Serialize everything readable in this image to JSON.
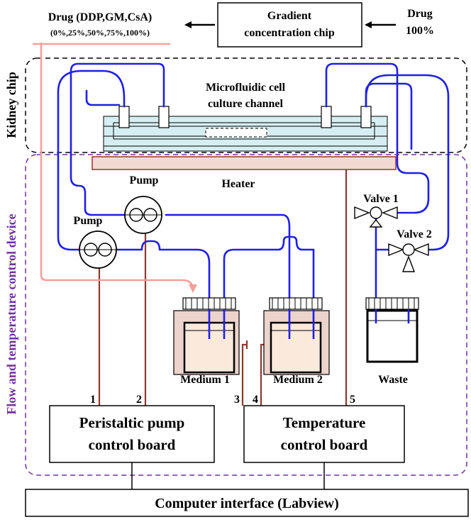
{
  "labels": {
    "drug_top": "Drug (DDP,GM,CsA)",
    "drug_conc": "(0%,25%,50%,75%,100%)",
    "gradient_line1": "Gradient",
    "gradient_line2": "concentration chip",
    "drug_in_line1": "Drug",
    "drug_in_line2": "100%",
    "kidney_chip": "Kidney chip",
    "microfluidic_line1": "Microfluidic cell",
    "microfluidic_line2": "culture channel",
    "flow_device": "Flow and temperature control device",
    "heater": "Heater",
    "pump_upper": "Pump",
    "pump_lower": "Pump",
    "valve1": "Valve 1",
    "valve2": "Valve 2",
    "medium1": "Medium 1",
    "medium2": "Medium 2",
    "waste": "Waste",
    "wire1": "1",
    "wire2": "2",
    "wire3": "3",
    "wire4": "4",
    "wire5": "5",
    "pump_board_line1": "Peristaltic pump",
    "pump_board_line2": "control board",
    "temp_board_line1": "Temperature",
    "temp_board_line2": "control board",
    "computer": "Computer interface (Labview)"
  },
  "colors": {
    "tubing": "#1f1fe6",
    "wire": "#8b3a2e",
    "drug_line": "#f4a09a",
    "kidney_border": "#000000",
    "device_border": "#7030a0",
    "chip_fill": "#d6eef2",
    "heater_fill": "#f2d9d2",
    "bath_fill": "#ecd3cb",
    "medium_fill": "#fbe9dc"
  }
}
